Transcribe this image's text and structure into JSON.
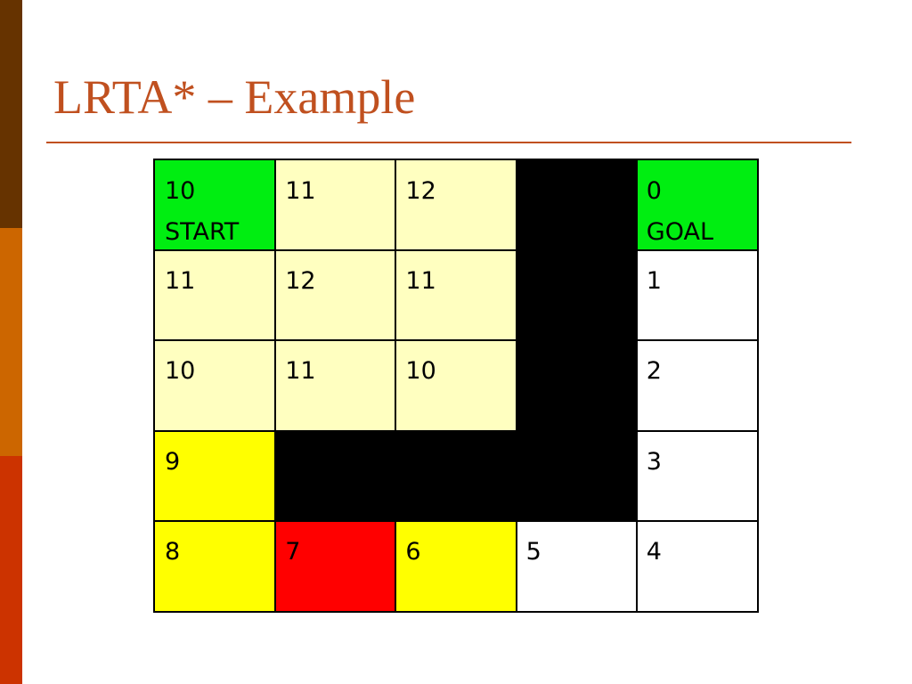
{
  "slide": {
    "title": "LRTA* – Example"
  },
  "colors": {
    "sidebar": [
      "#663300",
      "#cc6600",
      "#cc3300"
    ],
    "title": "#c0501f",
    "start_goal": "#00ee11",
    "visited": "#ffffc0",
    "path": "#ffff00",
    "current": "#ff0000",
    "unvisited": "#ffffff",
    "wall": "#000000"
  },
  "grid": {
    "columns": 5,
    "rows": 5,
    "cells": [
      [
        {
          "kind": "start",
          "value": "10",
          "label": "START"
        },
        {
          "kind": "pale",
          "value": "11"
        },
        {
          "kind": "pale",
          "value": "12"
        },
        {
          "kind": "wall"
        },
        {
          "kind": "goal",
          "value": "0",
          "label": "GOAL"
        }
      ],
      [
        {
          "kind": "pale",
          "value": "11"
        },
        {
          "kind": "pale",
          "value": "12"
        },
        {
          "kind": "pale",
          "value": "11"
        },
        {
          "kind": "wall"
        },
        {
          "kind": "white",
          "value": "1"
        }
      ],
      [
        {
          "kind": "pale",
          "value": "10"
        },
        {
          "kind": "pale",
          "value": "11"
        },
        {
          "kind": "pale",
          "value": "10"
        },
        {
          "kind": "wall"
        },
        {
          "kind": "white",
          "value": "2"
        }
      ],
      [
        {
          "kind": "yellow",
          "value": "9"
        },
        {
          "kind": "wall"
        },
        {
          "kind": "wall"
        },
        {
          "kind": "wall"
        },
        {
          "kind": "white",
          "value": "3"
        }
      ],
      [
        {
          "kind": "yellow",
          "value": "8"
        },
        {
          "kind": "red",
          "value": "7"
        },
        {
          "kind": "yellow",
          "value": "6"
        },
        {
          "kind": "white",
          "value": "5"
        },
        {
          "kind": "white",
          "value": "4"
        }
      ]
    ]
  }
}
